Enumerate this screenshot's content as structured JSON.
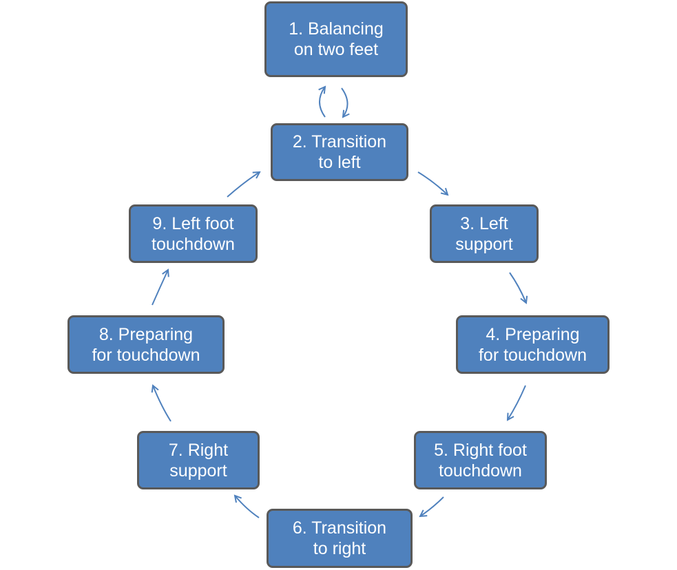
{
  "diagram": {
    "nodes": [
      {
        "id": "n1",
        "lines": [
          "1. Balancing",
          "on two feet"
        ]
      },
      {
        "id": "n2",
        "lines": [
          "2. Transition",
          "to left"
        ]
      },
      {
        "id": "n3",
        "lines": [
          "3. Left",
          "support"
        ]
      },
      {
        "id": "n4",
        "lines": [
          "4. Preparing",
          "for touchdown"
        ]
      },
      {
        "id": "n5",
        "lines": [
          "5. Right foot",
          "touchdown"
        ]
      },
      {
        "id": "n6",
        "lines": [
          "6. Transition",
          "to right"
        ]
      },
      {
        "id": "n7",
        "lines": [
          "7. Right",
          "support"
        ]
      },
      {
        "id": "n8",
        "lines": [
          "8. Preparing",
          "for touchdown"
        ]
      },
      {
        "id": "n9",
        "lines": [
          "9. Left foot",
          "touchdown"
        ]
      }
    ],
    "edges": [
      {
        "from": "n1",
        "to": "n2"
      },
      {
        "from": "n2",
        "to": "n1"
      },
      {
        "from": "n2",
        "to": "n3"
      },
      {
        "from": "n3",
        "to": "n4"
      },
      {
        "from": "n4",
        "to": "n5"
      },
      {
        "from": "n5",
        "to": "n6"
      },
      {
        "from": "n6",
        "to": "n7"
      },
      {
        "from": "n7",
        "to": "n8"
      },
      {
        "from": "n8",
        "to": "n9"
      },
      {
        "from": "n9",
        "to": "n2"
      }
    ],
    "colors": {
      "node_fill": "#4f81bd",
      "node_border": "#595959",
      "node_text": "#ffffff",
      "arrow": "#4f81bd"
    }
  }
}
